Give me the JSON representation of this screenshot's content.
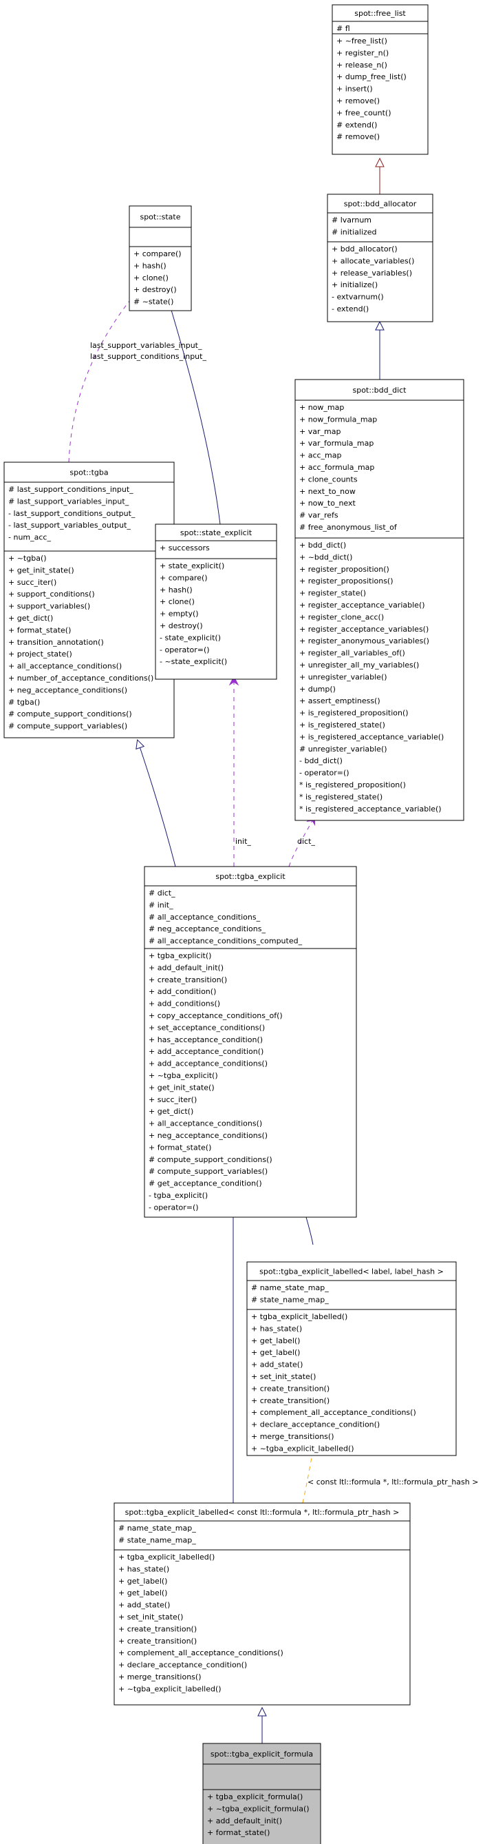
{
  "classes": {
    "free_list": {
      "name": "spot::free_list",
      "attributes": [
        "# fl"
      ],
      "methods": [
        "+ ~free_list()",
        "+ register_n()",
        "+ release_n()",
        "+ dump_free_list()",
        "+ insert()",
        "+ remove()",
        "+ free_count()",
        "# extend()",
        "# remove()"
      ]
    },
    "bdd_allocator": {
      "name": "spot::bdd_allocator",
      "attributes": [
        "# lvarnum",
        "# initialized"
      ],
      "methods": [
        "+ bdd_allocator()",
        "+ allocate_variables()",
        "+ release_variables()",
        "+ initialize()",
        "- extvarnum()",
        "- extend()"
      ]
    },
    "state": {
      "name": "spot::state",
      "attributes": [],
      "methods": [
        "+ compare()",
        "+ hash()",
        "+ clone()",
        "+ destroy()",
        "# ~state()"
      ]
    },
    "bdd_dict": {
      "name": "spot::bdd_dict",
      "attributes": [
        "+ now_map",
        "+ now_formula_map",
        "+ var_map",
        "+ var_formula_map",
        "+ acc_map",
        "+ acc_formula_map",
        "+ clone_counts",
        "+ next_to_now",
        "+ now_to_next",
        "# var_refs",
        "# free_anonymous_list_of"
      ],
      "methods": [
        "+ bdd_dict()",
        "+ ~bdd_dict()",
        "+ register_proposition()",
        "+ register_propositions()",
        "+ register_state()",
        "+ register_acceptance_variable()",
        "+ register_clone_acc()",
        "+ register_acceptance_variables()",
        "+ register_anonymous_variables()",
        "+ register_all_variables_of()",
        "+ unregister_all_my_variables()",
        "+ unregister_variable()",
        "+ dump()",
        "+ assert_emptiness()",
        "+ is_registered_proposition()",
        "+ is_registered_state()",
        "+ is_registered_acceptance_variable()",
        "# unregister_variable()",
        "- bdd_dict()",
        "- operator=()",
        "* is_registered_proposition()",
        "* is_registered_state()",
        "* is_registered_acceptance_variable()"
      ]
    },
    "tgba": {
      "name": "spot::tgba",
      "attributes": [
        "# last_support_conditions_input_",
        "# last_support_variables_input_",
        "- last_support_conditions_output_",
        "- last_support_variables_output_",
        "- num_acc_"
      ],
      "methods": [
        "+ ~tgba()",
        "+ get_init_state()",
        "+ succ_iter()",
        "+ support_conditions()",
        "+ support_variables()",
        "+ get_dict()",
        "+ format_state()",
        "+ transition_annotation()",
        "+ project_state()",
        "+ all_acceptance_conditions()",
        "+ number_of_acceptance_conditions()",
        "+ neg_acceptance_conditions()",
        "# tgba()",
        "# compute_support_conditions()",
        "# compute_support_variables()"
      ]
    },
    "state_explicit": {
      "name": "spot::state_explicit",
      "attributes": [
        "+ successors"
      ],
      "methods": [
        "+ state_explicit()",
        "+ compare()",
        "+ hash()",
        "+ clone()",
        "+ empty()",
        "+ destroy()",
        "- state_explicit()",
        "- operator=()",
        "- ~state_explicit()"
      ]
    },
    "tgba_explicit": {
      "name": "spot::tgba_explicit",
      "attributes": [
        "# dict_",
        "# init_",
        "# all_acceptance_conditions_",
        "# neg_acceptance_conditions_",
        "# all_acceptance_conditions_computed_"
      ],
      "methods": [
        "+ tgba_explicit()",
        "+ add_default_init()",
        "+ create_transition()",
        "+ add_condition()",
        "+ add_conditions()",
        "+ copy_acceptance_conditions_of()",
        "+ set_acceptance_conditions()",
        "+ has_acceptance_condition()",
        "+ add_acceptance_condition()",
        "+ add_acceptance_conditions()",
        "+ ~tgba_explicit()",
        "+ get_init_state()",
        "+ succ_iter()",
        "+ get_dict()",
        "+ all_acceptance_conditions()",
        "+ neg_acceptance_conditions()",
        "+ format_state()",
        "# compute_support_conditions()",
        "# compute_support_variables()",
        "# get_acceptance_condition()",
        "- tgba_explicit()",
        "- operator=()"
      ]
    },
    "labelled_template": {
      "name": "spot::tgba_explicit_labelled< label, label_hash >",
      "attributes": [
        "# name_state_map_",
        "# state_name_map_"
      ],
      "methods": [
        "+ tgba_explicit_labelled()",
        "+ has_state()",
        "+ get_label()",
        "+ get_label()",
        "+ add_state()",
        "+ set_init_state()",
        "+ create_transition()",
        "+ create_transition()",
        "+ complement_all_acceptance_conditions()",
        "+ declare_acceptance_condition()",
        "+ merge_transitions()",
        "+ ~tgba_explicit_labelled()"
      ]
    },
    "labelled_formula": {
      "name": "spot::tgba_explicit_labelled< const ltl::formula *, ltl::formula_ptr_hash >",
      "attributes": [
        "# name_state_map_",
        "# state_name_map_"
      ],
      "methods": [
        "+ tgba_explicit_labelled()",
        "+ has_state()",
        "+ get_label()",
        "+ get_label()",
        "+ add_state()",
        "+ set_init_state()",
        "+ create_transition()",
        "+ create_transition()",
        "+ complement_all_acceptance_conditions()",
        "+ declare_acceptance_condition()",
        "+ merge_transitions()",
        "+ ~tgba_explicit_labelled()"
      ]
    },
    "tgba_explicit_formula": {
      "name": "spot::tgba_explicit_formula",
      "attributes": [],
      "methods": [
        "+ tgba_explicit_formula()",
        "+ ~tgba_explicit_formula()",
        "+ add_default_init()",
        "+ format_state()"
      ]
    }
  },
  "edge_labels": {
    "state_to_tgba": [
      "last_support_variables_input_",
      "last_support_conditions_input_"
    ],
    "init": "init_",
    "dict": "dict_",
    "template_binding": "< const ltl::formula *, ltl::formula_ptr_hash >"
  },
  "colors": {
    "inheritance": "#191970",
    "usage": "#9a32cd",
    "template": "#ffa500",
    "free_list_inheritance": "#8b1a1a",
    "highlight_fill": "#bfbfbf"
  }
}
